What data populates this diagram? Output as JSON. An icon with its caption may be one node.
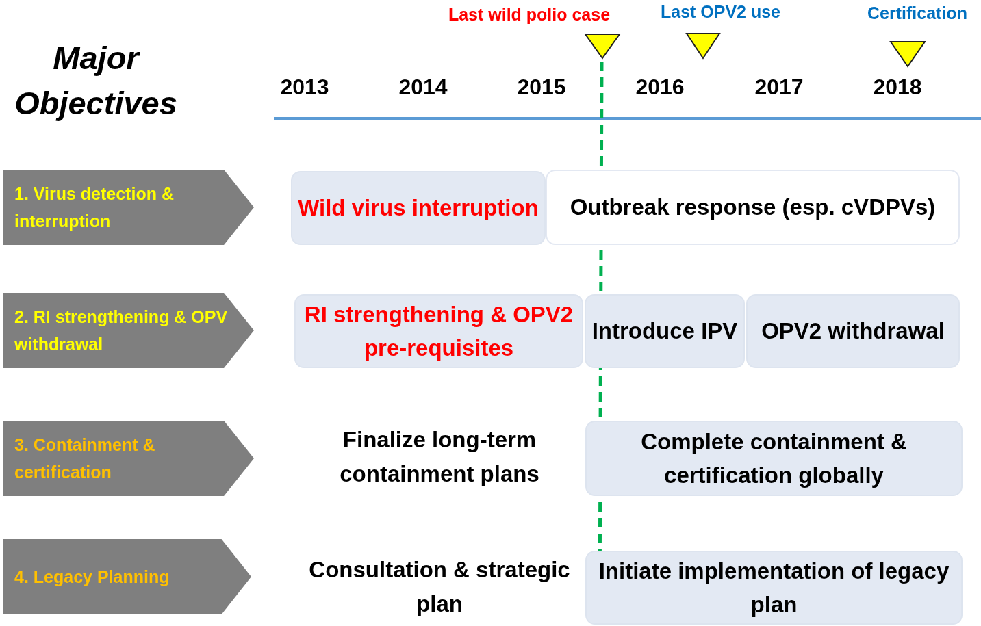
{
  "diagram": {
    "title": "Major Objectives",
    "nodes": [
      {
        "text": [
          "1. Virus detection & interruption"
        ]
      },
      {
        "text": [
          "Wild virus interruption"
        ]
      },
      {
        "text": [
          "Outbreak response (esp. cVDPVs)"
        ]
      },
      {
        "text": [
          "2. RI strengthening & OPV withdrawal"
        ]
      },
      {
        "text": [
          "RI strengthening & OPV2 pre-requisites"
        ]
      },
      {
        "text": [
          "Introduce IPV"
        ]
      },
      {
        "text": [
          "OPV2 withdrawal"
        ]
      },
      {
        "text": [
          "3. Containment & certification"
        ]
      },
      {
        "text": [
          "Complete containment & certification globally"
        ]
      },
      {
        "text": [
          "4. Legacy Planning"
        ]
      },
      {
        "text": [
          "Initiate implementation of legacy plan"
        ]
      }
    ],
    "labels": [
      "Last wild polio case",
      "Last OPV2 use",
      "Certification",
      "2013",
      "2014",
      "2015",
      "2016",
      "2017",
      "2018",
      "Finalize long-term containment plans",
      "Consultation & strategic plan"
    ]
  }
}
